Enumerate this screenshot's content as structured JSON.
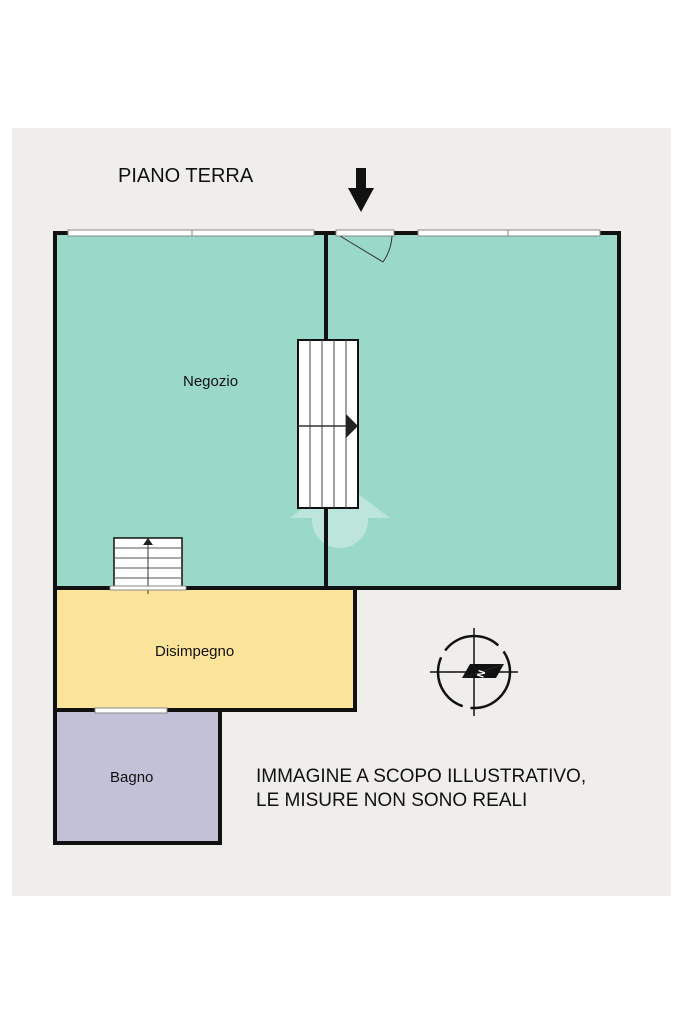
{
  "floor_title": "PIANO TERRA",
  "rooms": {
    "shop": "Negozio",
    "hallway": "Disimpegno",
    "bathroom": "Bagno"
  },
  "disclaimer": {
    "line1": "IMMAGINE A SCOPO ILLUSTRATIVO,",
    "line2": "LE MISURE NON SONO REALI"
  },
  "compass_letter": "N",
  "colors": {
    "background": "#efeeea",
    "shop": "#9ad8ca",
    "hallway": "#fce59a",
    "bathroom": "#c2c1d8",
    "wall": "#111111"
  },
  "icons": [
    "entrance-arrow-icon",
    "stair-direction-arrow-icon",
    "compass-icon"
  ]
}
